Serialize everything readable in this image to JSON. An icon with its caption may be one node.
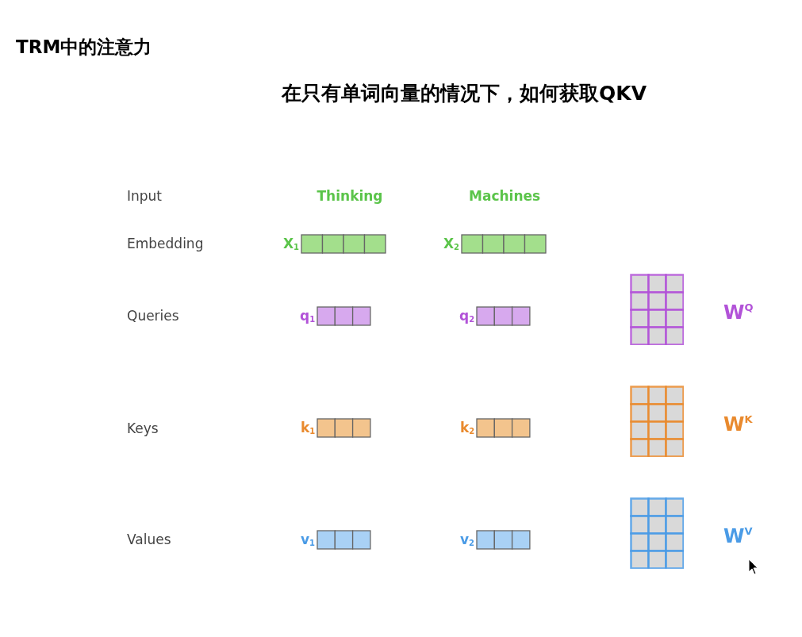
{
  "diagram": {
    "title": "TRM中的注意力",
    "nodes": [
      {
        "text": [
          "X$_{1}$"
        ]
      },
      {
        "text": [
          "X$_{2}$"
        ]
      },
      {
        "text": [
          "q$_{1}$"
        ]
      },
      {
        "text": [
          "q$_{2}$"
        ]
      },
      {
        "text": [
          "W$^{Q}$"
        ]
      },
      {
        "text": [
          "k$_{1}$"
        ]
      },
      {
        "text": [
          "k$_{2}$"
        ]
      },
      {
        "text": [
          "W$^{K}$"
        ]
      },
      {
        "text": [
          "v$_{1}$"
        ]
      },
      {
        "text": [
          "v$_{2}$"
        ]
      },
      {
        "text": [
          "W$^{V}$"
        ]
      }
    ],
    "labels": [
      "在只有单词向量的情况下，如何获取QKV",
      "Input",
      "Thinking",
      "Machines",
      "Embedding",
      "Queries",
      "Keys",
      "Values"
    ]
  }
}
